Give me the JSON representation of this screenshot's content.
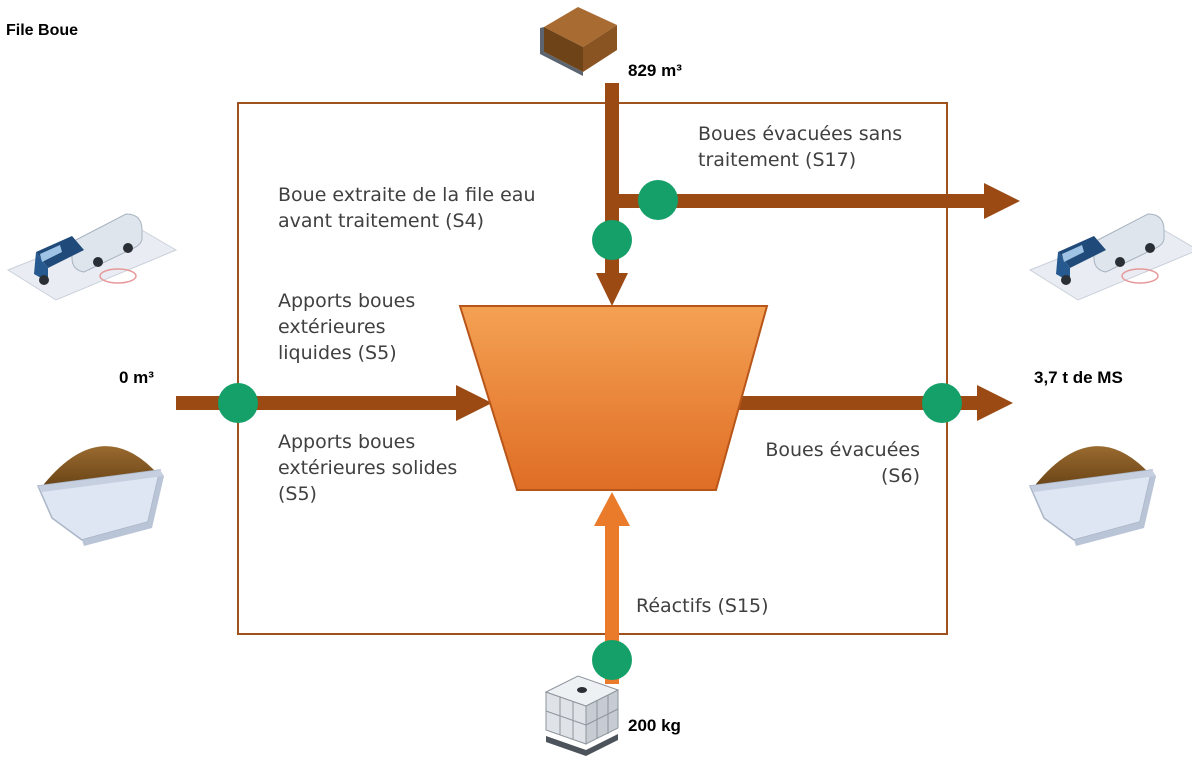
{
  "title": "File Boue",
  "values": {
    "top_in": "829 m³",
    "left_in": "0 m³",
    "right_out": "3,7 t de MS",
    "bottom_in": "200 kg"
  },
  "labels": {
    "s17": [
      "Boues évacuées sans",
      "traitement (S17)"
    ],
    "s4": [
      "Boue extraite de la file eau",
      "avant traitement (S4)"
    ],
    "s5_liquid": [
      "Apports boues",
      "extérieures",
      "liquides (S5)"
    ],
    "s5_solid": [
      "Apports boues",
      "extérieures solides",
      "(S5)"
    ],
    "s6": [
      "Boues évacuées",
      "(S6)"
    ],
    "s15": [
      "Réactifs (S15)"
    ]
  },
  "colors": {
    "frame": "#a0521e",
    "flow_brown": "#9c4a14",
    "flow_orange": "#ea7b2a",
    "node_green": "#15a06a",
    "hopper_top": "#f4a153",
    "hopper_bottom": "#df6d25"
  },
  "icons": [
    "sludge-box-icon",
    "tanker-truck-icon",
    "sludge-skip-icon",
    "ibc-container-icon"
  ]
}
